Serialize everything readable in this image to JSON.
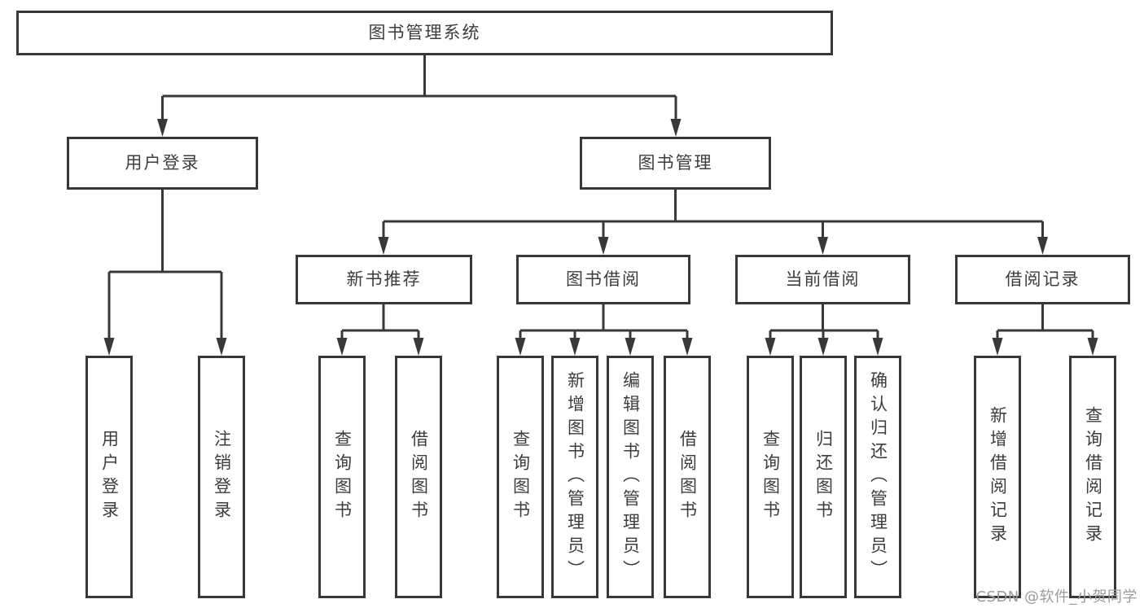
{
  "diagram": {
    "root": {
      "label": "图书管理系统"
    },
    "branches": [
      {
        "label": "用户登录",
        "children": [
          {
            "label": "用户登录"
          },
          {
            "label": "注销登录"
          }
        ]
      },
      {
        "label": "图书管理",
        "children": [
          {
            "label": "新书推荐",
            "children": [
              {
                "label": "查询图书"
              },
              {
                "label": "借阅图书"
              }
            ]
          },
          {
            "label": "图书借阅",
            "children": [
              {
                "label": "查询图书"
              },
              {
                "label": "新增图书（管理员）"
              },
              {
                "label": "编辑图书（管理员）"
              },
              {
                "label": "借阅图书"
              }
            ]
          },
          {
            "label": "当前借阅",
            "children": [
              {
                "label": "查询图书"
              },
              {
                "label": "归还图书"
              },
              {
                "label": "确认归还（管理员）"
              }
            ]
          },
          {
            "label": "借阅记录",
            "children": [
              {
                "label": "新增借阅记录"
              },
              {
                "label": "查询借阅记录"
              }
            ]
          }
        ]
      }
    ]
  },
  "watermark": {
    "text": "CSDN @软件_小贺同学"
  },
  "colors": {
    "line": "#383838",
    "text": "#3d3d3d",
    "watermark": "#9b9b9b",
    "background": "#ffffff"
  }
}
